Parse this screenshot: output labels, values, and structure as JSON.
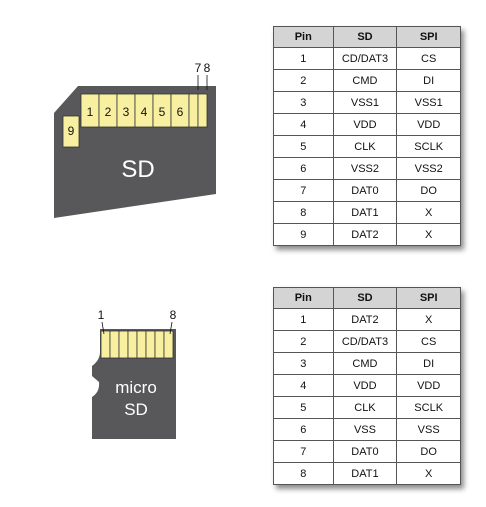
{
  "sd_card": {
    "label": "SD",
    "pins_top": [
      "1",
      "2",
      "3",
      "4",
      "5",
      "6"
    ],
    "pin_7": "7",
    "pin_8": "8",
    "pin_9": "9"
  },
  "micro_card": {
    "label_line1": "micro",
    "label_line2": "SD",
    "pin_first": "1",
    "pin_last": "8"
  },
  "sd_table": {
    "headers": [
      "Pin",
      "SD",
      "SPI"
    ],
    "rows": [
      [
        "1",
        "CD/DAT3",
        "CS"
      ],
      [
        "2",
        "CMD",
        "DI"
      ],
      [
        "3",
        "VSS1",
        "VSS1"
      ],
      [
        "4",
        "VDD",
        "VDD"
      ],
      [
        "5",
        "CLK",
        "SCLK"
      ],
      [
        "6",
        "VSS2",
        "VSS2"
      ],
      [
        "7",
        "DAT0",
        "DO"
      ],
      [
        "8",
        "DAT1",
        "X"
      ],
      [
        "9",
        "DAT2",
        "X"
      ]
    ]
  },
  "micro_table": {
    "headers": [
      "Pin",
      "SD",
      "SPI"
    ],
    "rows": [
      [
        "1",
        "DAT2",
        "X"
      ],
      [
        "2",
        "CD/DAT3",
        "CS"
      ],
      [
        "3",
        "CMD",
        "DI"
      ],
      [
        "4",
        "VDD",
        "VDD"
      ],
      [
        "5",
        "CLK",
        "SCLK"
      ],
      [
        "6",
        "VSS",
        "VSS"
      ],
      [
        "7",
        "DAT0",
        "DO"
      ],
      [
        "8",
        "DAT1",
        "X"
      ]
    ]
  },
  "colors": {
    "card_body": "#58585a",
    "pin_fill": "#f8f0a0",
    "header_bg": "#d4d4d4"
  }
}
